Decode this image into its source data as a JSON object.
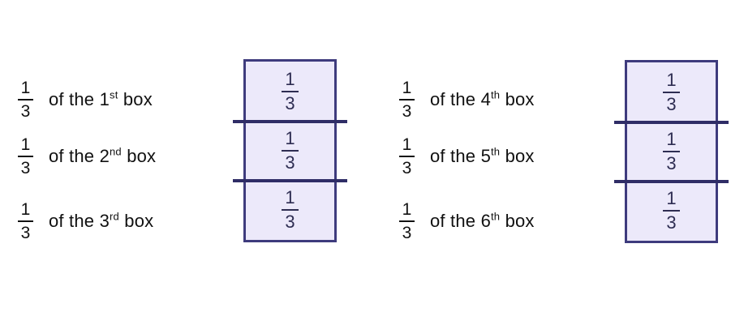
{
  "colors": {
    "box_fill": "#ece9fa",
    "box_border": "#3e3b7d",
    "divider": "#2f2d66",
    "label_text": "#111111",
    "box_fraction_text": "#2e2d52"
  },
  "groups": [
    {
      "side": "left",
      "rows": [
        {
          "num": "1",
          "den": "3",
          "prefix": "of the",
          "ordinal": "1",
          "ordinal_suffix": "st",
          "noun": "box"
        },
        {
          "num": "1",
          "den": "3",
          "prefix": "of the",
          "ordinal": "2",
          "ordinal_suffix": "nd",
          "noun": "box"
        },
        {
          "num": "1",
          "den": "3",
          "prefix": "of the",
          "ordinal": "3",
          "ordinal_suffix": "rd",
          "noun": "box"
        }
      ],
      "box_segments": [
        {
          "num": "1",
          "den": "3"
        },
        {
          "num": "1",
          "den": "3"
        },
        {
          "num": "1",
          "den": "3"
        }
      ]
    },
    {
      "side": "right",
      "rows": [
        {
          "num": "1",
          "den": "3",
          "prefix": "of the",
          "ordinal": "4",
          "ordinal_suffix": "th",
          "noun": "box"
        },
        {
          "num": "1",
          "den": "3",
          "prefix": "of the",
          "ordinal": "5",
          "ordinal_suffix": "th",
          "noun": "box"
        },
        {
          "num": "1",
          "den": "3",
          "prefix": "of the",
          "ordinal": "6",
          "ordinal_suffix": "th",
          "noun": "box"
        }
      ],
      "box_segments": [
        {
          "num": "1",
          "den": "3"
        },
        {
          "num": "1",
          "den": "3"
        },
        {
          "num": "1",
          "den": "3"
        }
      ]
    }
  ]
}
